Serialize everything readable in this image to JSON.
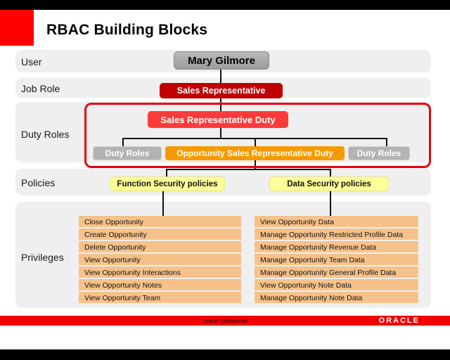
{
  "header": {
    "title": "RBAC Building Blocks"
  },
  "rows": {
    "user": "User",
    "job_role": "Job Role",
    "duty_roles": "Duty Roles",
    "policies": "Policies",
    "privileges": "Privileges"
  },
  "nodes": {
    "user_name": "Mary Gilmore",
    "job_role": "Sales Representative",
    "duty_parent": "Sales Representative Duty",
    "duty_left": "Duty Roles",
    "duty_center": "Opportunity Sales Representative Duty",
    "duty_right": "Duty Roles",
    "function_policy": "Function Security policies",
    "data_policy": "Data Security policies"
  },
  "privileges": {
    "function": [
      "Close Opportunity",
      "Create Opportunity",
      "Delete Opportunity",
      "View Opportunity",
      "View Opportunity Interactions",
      "View Opportunity Notes",
      "View Opportunity Team"
    ],
    "data": [
      "View Opportunity Data",
      "Manage Opportunity Restricted Profile Data",
      "Manage Opportunity Revenue Data",
      "Manage Opportunity Team Data",
      "Manage Opportunity General Profile Data",
      "View Opportunity Note Data",
      "Manage Opportunity Note Data"
    ]
  },
  "footer": {
    "confidential": "Oracle Confidential",
    "brand": "ORACLE"
  },
  "colors": {
    "accent_red": "#e8000d",
    "brand_red": "#fe0000",
    "job_role_red": "#c00000",
    "duty_red": "#fb3b3b",
    "duty_orange": "#f59b00",
    "node_gray": "#b3b3b3",
    "policy_yellow": "#ffff99",
    "privilege_peach": "#f7c28a",
    "band_gray": "#efefef"
  }
}
